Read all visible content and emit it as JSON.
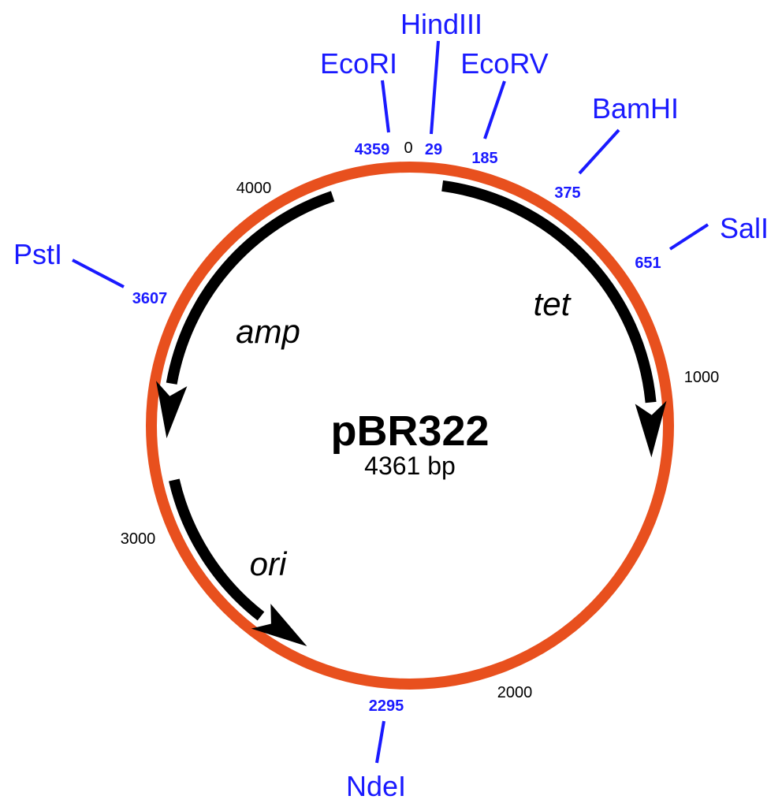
{
  "plasmid": {
    "name": "pBR322",
    "size_label": "4361 bp",
    "length_bp": 4361
  },
  "colors": {
    "backbone": "#E8501E",
    "sites": "#1A1AFF",
    "genes": "#000000"
  },
  "tick_labels": [
    "0",
    "1000",
    "2000",
    "3000",
    "4000"
  ],
  "sites": [
    {
      "enzyme": "EcoRI",
      "position": "4359"
    },
    {
      "enzyme": "HindIII",
      "position": "29"
    },
    {
      "enzyme": "EcoRV",
      "position": "185"
    },
    {
      "enzyme": "BamHI",
      "position": "375"
    },
    {
      "enzyme": "SalI",
      "position": "651"
    },
    {
      "enzyme": "PstI",
      "position": "3607"
    },
    {
      "enzyme": "NdeI",
      "position": "2295"
    }
  ],
  "genes": [
    {
      "name": "tet"
    },
    {
      "name": "amp"
    },
    {
      "name": "ori"
    }
  ]
}
